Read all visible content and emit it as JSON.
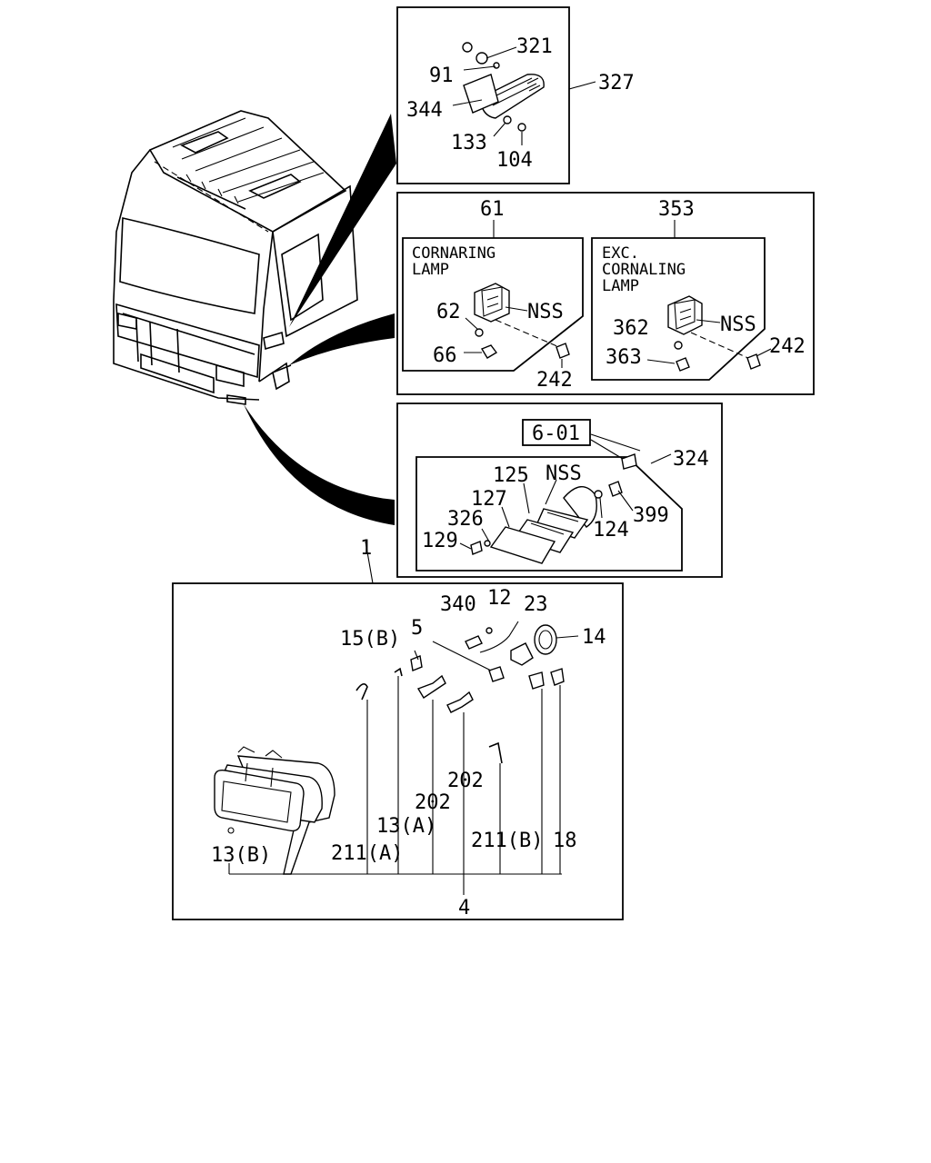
{
  "top_box": {
    "labels": [
      "321",
      "91",
      "344",
      "327",
      "133",
      "104"
    ]
  },
  "cornering_box": {
    "left_ref": "61",
    "right_ref": "353",
    "left_title": [
      "CORNARING",
      "LAMP"
    ],
    "right_title": [
      "EXC.",
      "CORNALING",
      "LAMP"
    ],
    "left_labels": [
      "62",
      "NSS",
      "66",
      "242"
    ],
    "right_labels": [
      "362",
      "NSS",
      "363",
      "242"
    ]
  },
  "side_box": {
    "ref_box": "6-01",
    "labels": [
      "324",
      "125",
      "NSS",
      "127",
      "326",
      "399",
      "129",
      "124"
    ]
  },
  "headlamp_box": {
    "assembly_ref": "1",
    "labels": [
      "340",
      "12",
      "23",
      "14",
      "15(B)",
      "5",
      "202",
      "202",
      "13(A)",
      "211(B)",
      "18",
      "13(B)",
      "211(A)",
      "4"
    ]
  }
}
